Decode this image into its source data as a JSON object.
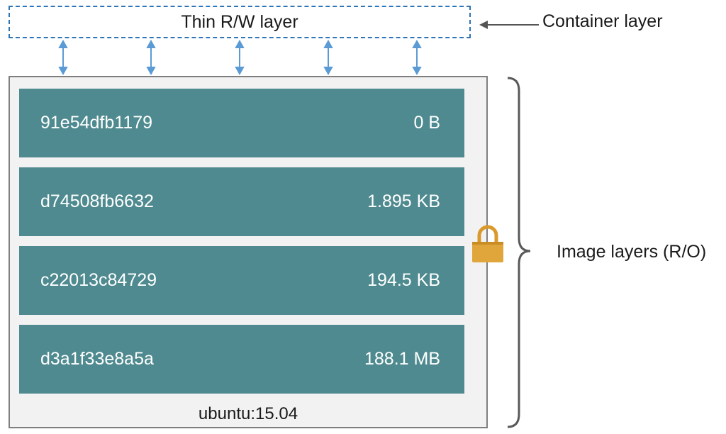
{
  "container": {
    "layer_label": "Thin R/W layer",
    "side_label": "Container layer"
  },
  "image": {
    "name": "ubuntu:15.04",
    "side_label": "Image layers (R/O)",
    "layers": [
      {
        "id": "91e54dfb1179",
        "size": "0 B"
      },
      {
        "id": "d74508fb6632",
        "size": "1.895 KB"
      },
      {
        "id": "c22013c84729",
        "size": "194.5 KB"
      },
      {
        "id": "d3a1f33e8a5a",
        "size": "188.1 MB"
      }
    ]
  },
  "colors": {
    "layer_fill": "#4e8a8f",
    "dashed_border": "#2e75b6",
    "arrow": "#5b9bd5",
    "lock": "#e0a63b",
    "image_bg": "#f2f2f2"
  },
  "icons": {
    "lock": "lock-icon",
    "arrow": "double-arrow-icon",
    "brace": "curly-brace-icon"
  }
}
